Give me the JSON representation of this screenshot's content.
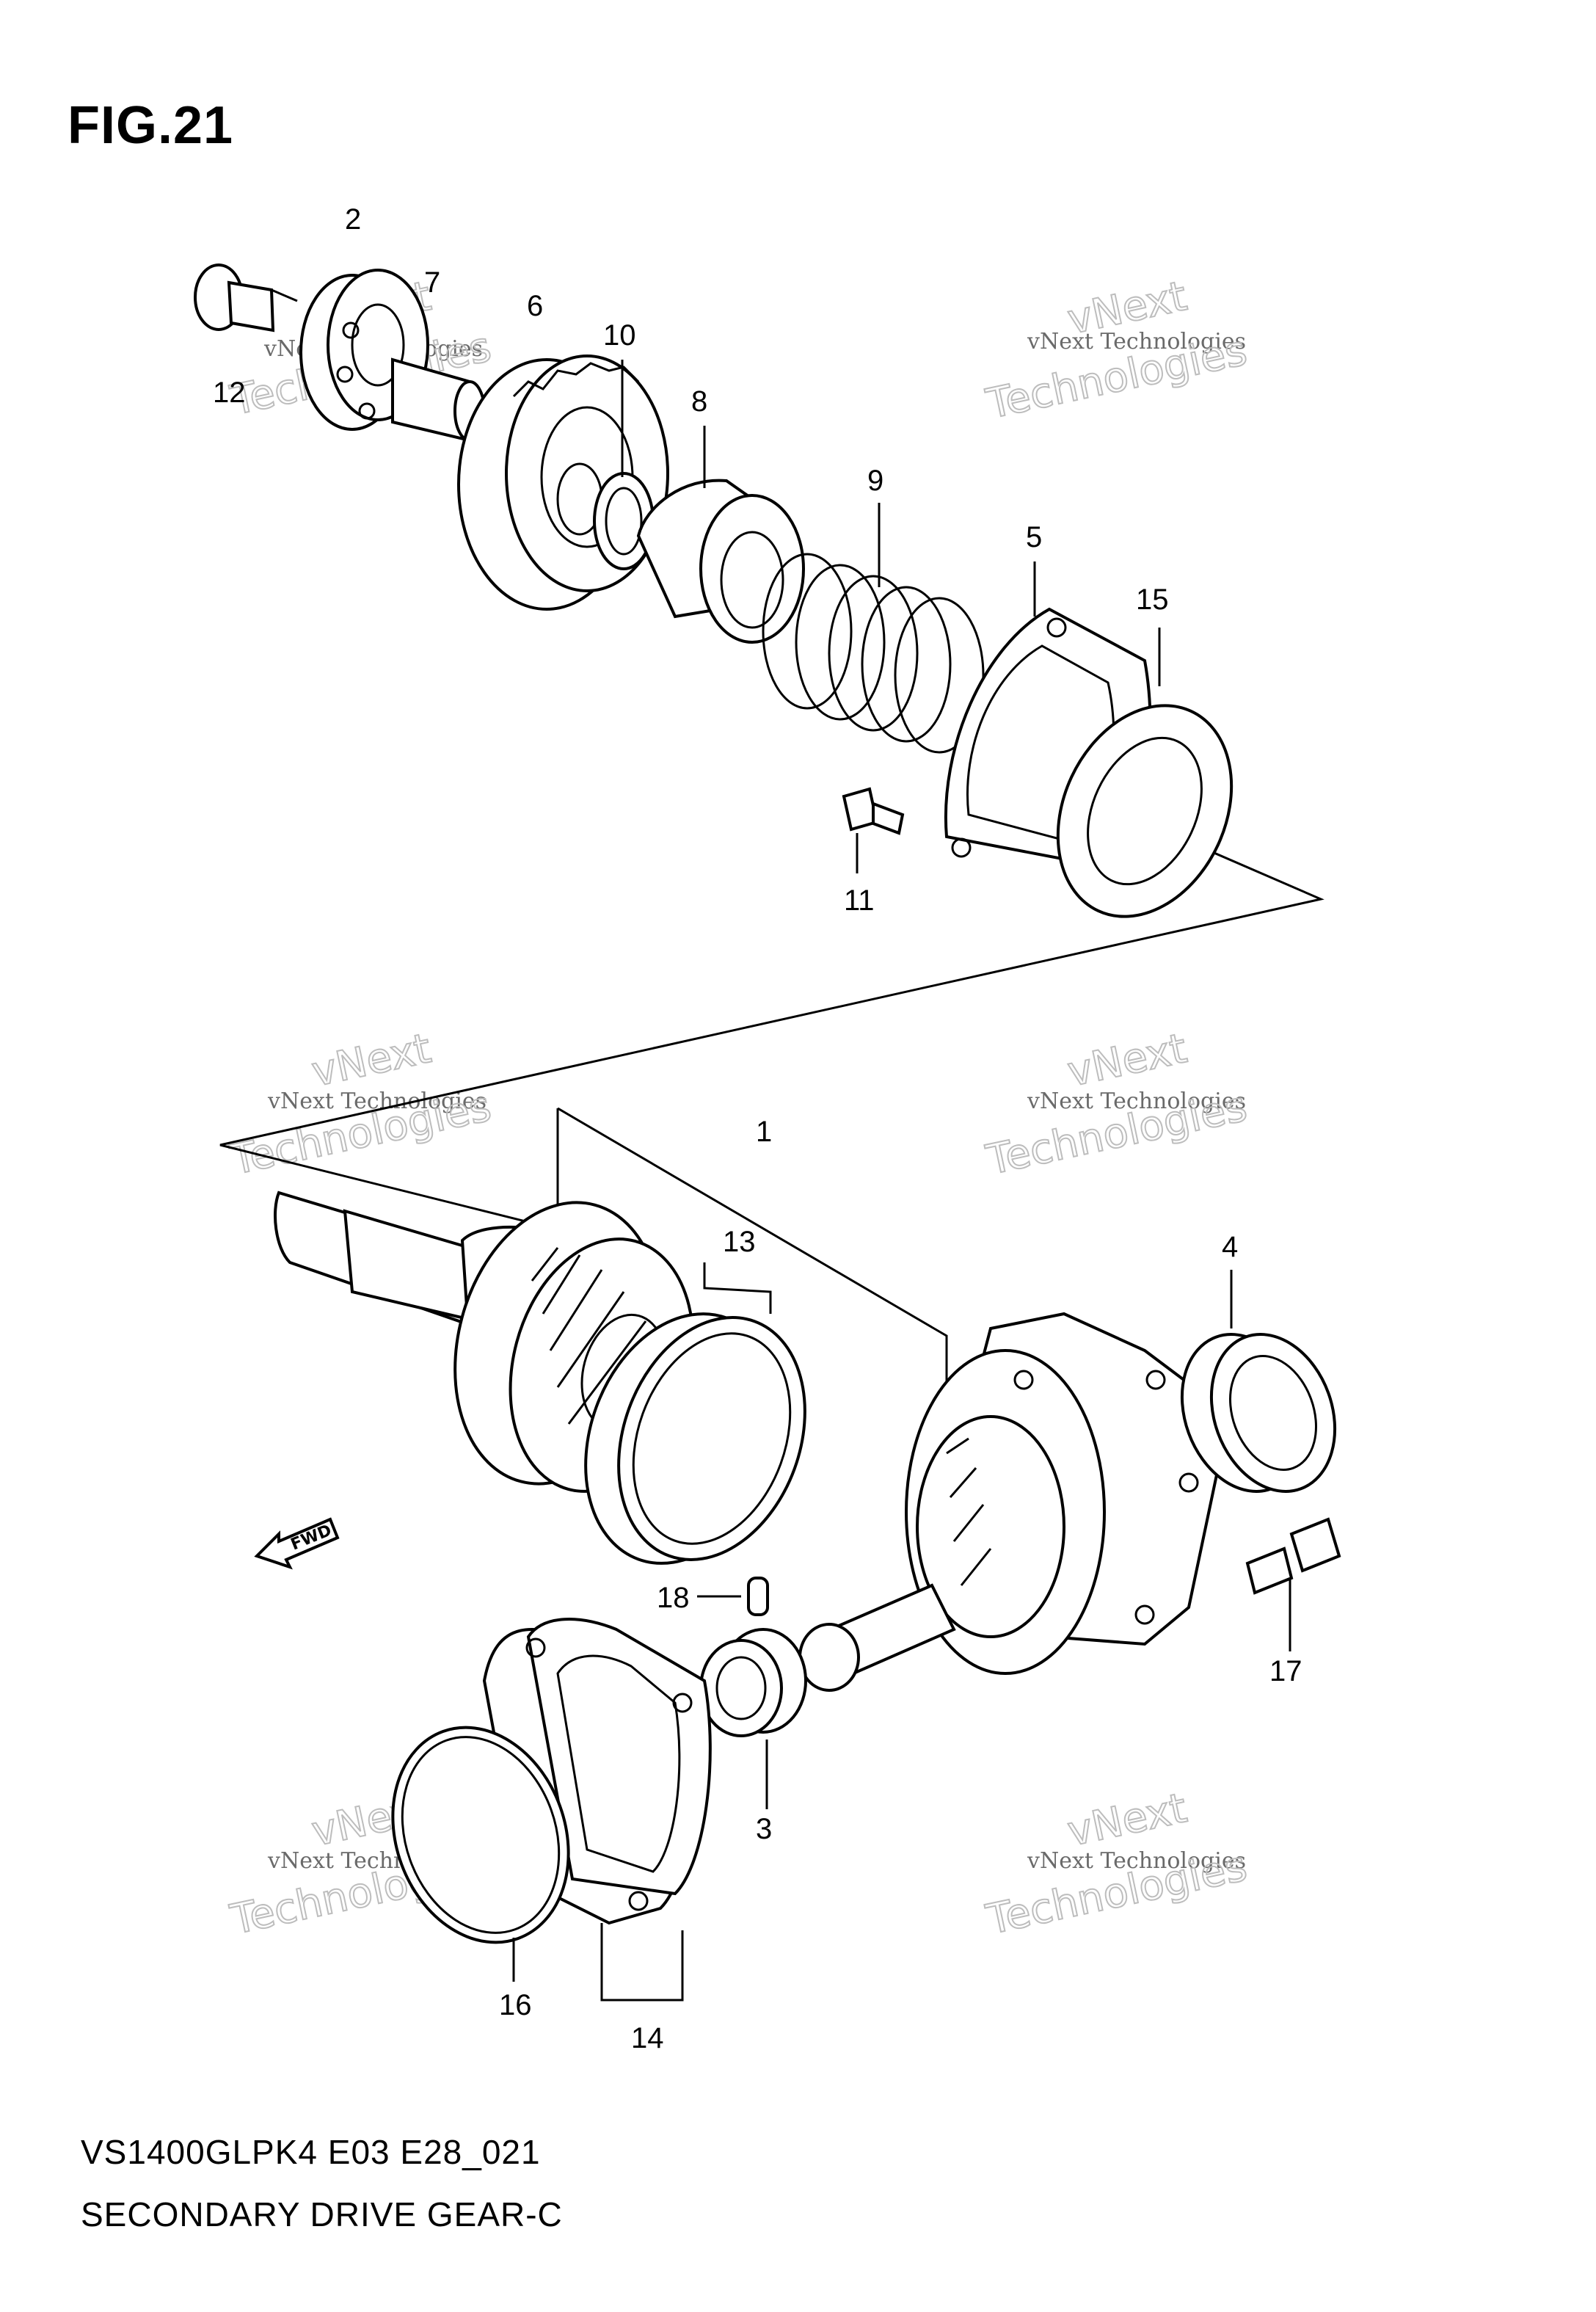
{
  "figure": {
    "title": "FIG.21",
    "model_code": "VS1400GLPK4 E03 E28_021",
    "caption": "SECONDARY DRIVE GEAR-C"
  },
  "watermark": {
    "line1": "vNext Technologies",
    "line2_a": "vNext",
    "line2_b": "Technologies"
  },
  "fwd_label": "FWD",
  "callouts": {
    "c1": "1",
    "c2": "2",
    "c3": "3",
    "c4": "4",
    "c5": "5",
    "c6": "6",
    "c7": "7",
    "c8": "8",
    "c9": "9",
    "c10": "10",
    "c11": "11",
    "c12": "12",
    "c13": "13",
    "c14": "14",
    "c15": "15",
    "c16": "16",
    "c17": "17",
    "c18": "18"
  },
  "colors": {
    "line": "#000000",
    "watermark": "#bdbdbd",
    "background": "#ffffff"
  }
}
